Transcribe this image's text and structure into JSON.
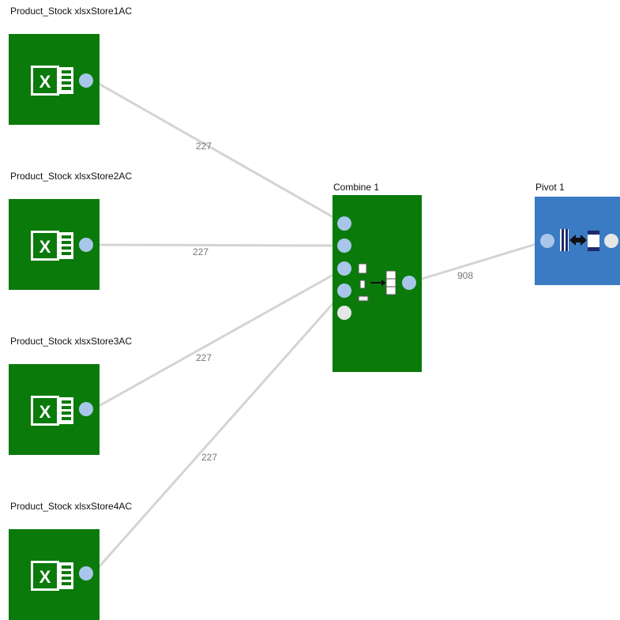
{
  "nodes": {
    "store1": {
      "label": "Product_Stock xlsxStore1AC",
      "icon": "excel-icon"
    },
    "store2": {
      "label": "Product_Stock xlsxStore2AC",
      "icon": "excel-icon"
    },
    "store3": {
      "label": "Product_Stock xlsxStore3AC",
      "icon": "excel-icon"
    },
    "store4": {
      "label": "Product_Stock xlsxStore4AC",
      "icon": "excel-icon"
    },
    "combine": {
      "label": "Combine 1",
      "icon": "combine-icon"
    },
    "pivot": {
      "label": "Pivot 1",
      "icon": "pivot-icon"
    }
  },
  "edges": [
    {
      "from": "store1",
      "to": "combine",
      "label": "227"
    },
    {
      "from": "store2",
      "to": "combine",
      "label": "227"
    },
    {
      "from": "store3",
      "to": "combine",
      "label": "227"
    },
    {
      "from": "store4",
      "to": "combine",
      "label": "227"
    },
    {
      "from": "combine",
      "to": "pivot",
      "label": "908"
    }
  ],
  "colors": {
    "excel_node": "#0a7a0a",
    "pivot_node": "#3a7bc4",
    "port": "#a8c6ea",
    "edge": "#d4d4d4"
  }
}
